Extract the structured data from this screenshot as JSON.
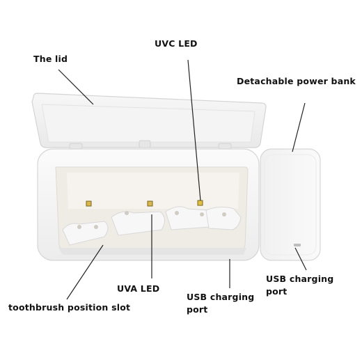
{
  "colors": {
    "shell": "#f3f3f3",
    "shell_edge": "#d9d9d9",
    "interior": "#ece9e3",
    "led_uvc": "#c9a227",
    "leader": "#222222"
  },
  "labels": {
    "lid": "The lid",
    "uvc_led": "UVC LED",
    "power_bank": "Detachable power bank",
    "uva_led": "UVA LED",
    "usb_port_main": "USB charging port",
    "usb_port_bank": "USB charging port",
    "toothbrush_slot": "toothbrush position slot"
  }
}
